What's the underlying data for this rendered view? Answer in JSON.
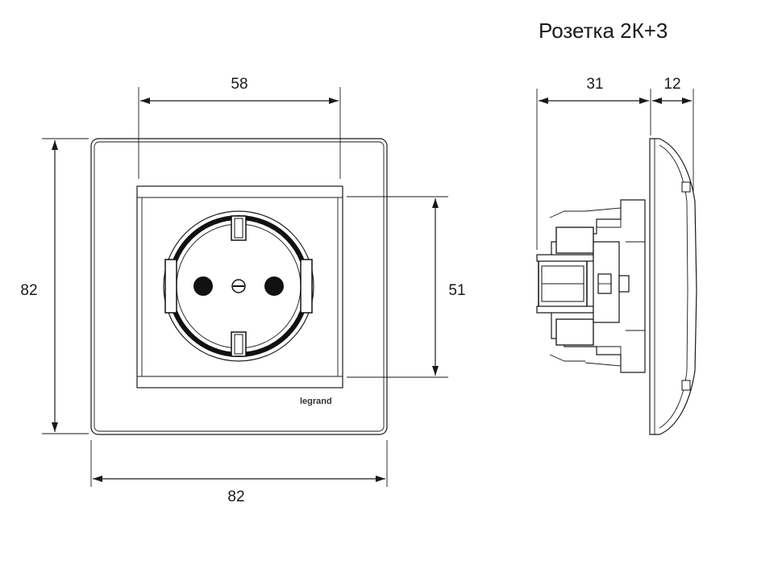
{
  "title": "Розетка 2К+3",
  "front_view": {
    "width_outer": "82",
    "height_outer": "82",
    "width_inner": "58",
    "height_inner": "51",
    "logo": "legrand"
  },
  "side_view": {
    "depth_mechanism": "31",
    "depth_frame": "12"
  }
}
